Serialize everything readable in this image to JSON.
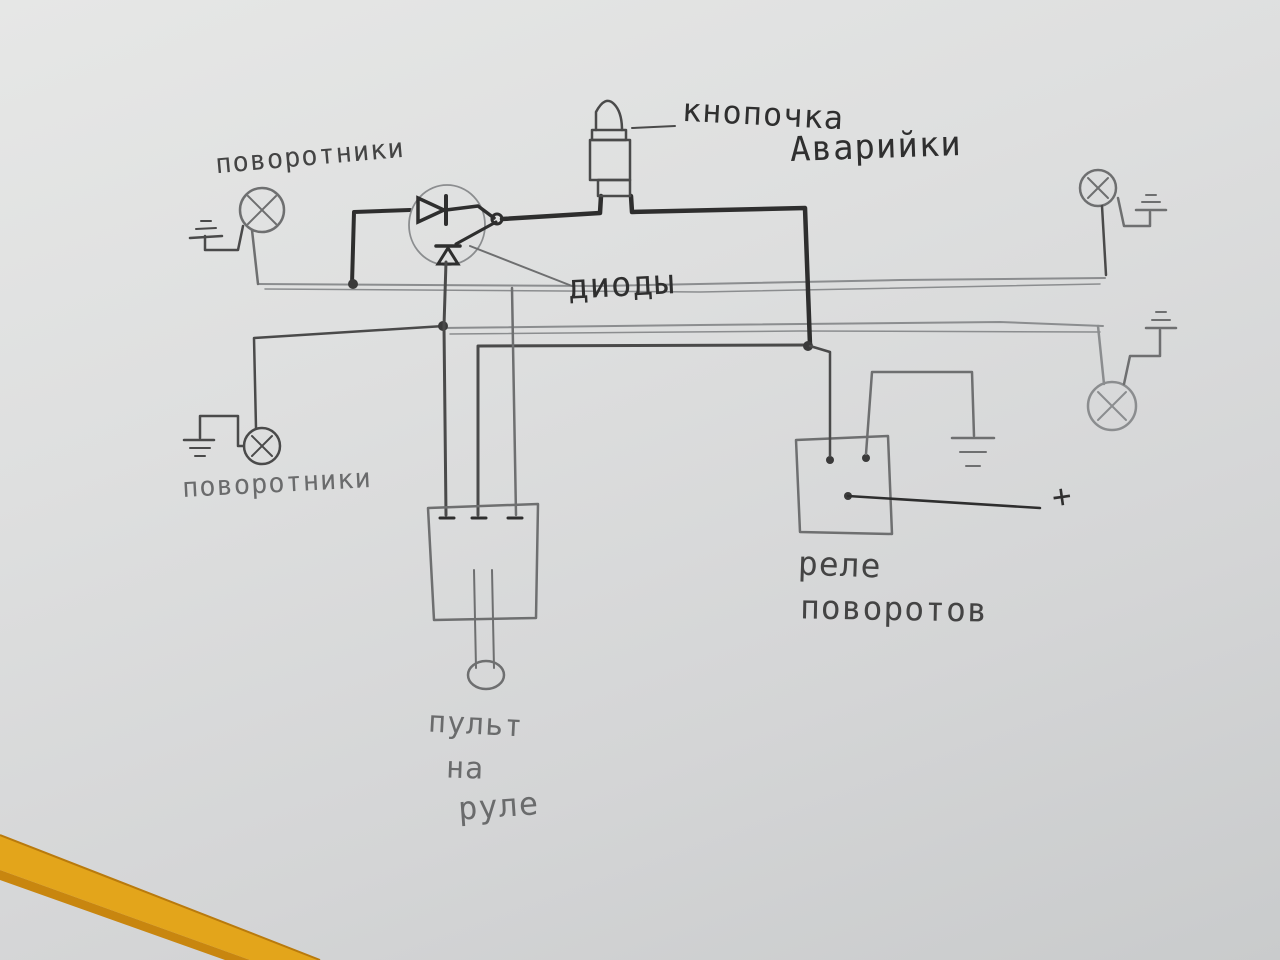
{
  "labels": {
    "turn_signals_top": "поворотники",
    "turn_signals_bottom": "поворотники",
    "hazard_button_line1": "кнопочка",
    "hazard_button_line2": "Аварийки",
    "diodes": "диоды",
    "relay_line1": "реле",
    "relay_line2": "поворотов",
    "plus": "+",
    "handlebar_line1": "пульт",
    "handlebar_line2": "на",
    "handlebar_line3": "руле"
  },
  "colors": {
    "paper": "#dedfdf",
    "ink": "#2e2e2e",
    "pencil": "#e0a21a"
  },
  "symbols": [
    "lamp-icon",
    "ground-icon",
    "diode-icon",
    "push-button-icon",
    "relay-box",
    "switch-box"
  ]
}
